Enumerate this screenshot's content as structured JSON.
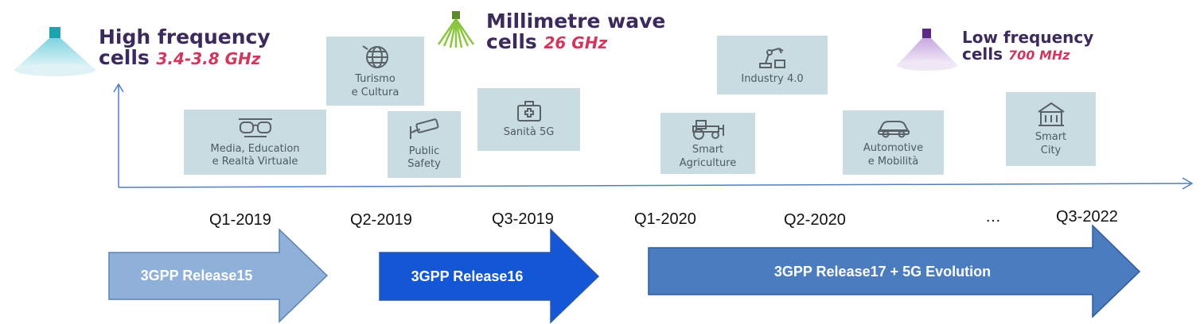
{
  "cells": {
    "high": {
      "title": "High frequency",
      "prefix": "cells",
      "freq": "3.4-3.8 GHz",
      "accent": "#1aa5b0"
    },
    "mmwave": {
      "title": "Millimetre wave",
      "prefix": "cells",
      "freq": "26 GHz",
      "accent": "#8cc63f"
    },
    "low": {
      "title": "Low frequency",
      "prefix": "cells",
      "freq": "700 MHz",
      "accent": "#5b2a86"
    }
  },
  "use_cases": [
    {
      "label": "Media, Education\ne Realtà Virtuale",
      "icon": "vr-goggles-icon"
    },
    {
      "label": "Turismo\ne Cultura",
      "icon": "globe-icon"
    },
    {
      "label": "Public\nSafety",
      "icon": "cctv-camera-icon"
    },
    {
      "label": "Sanità 5G",
      "icon": "first-aid-kit-icon"
    },
    {
      "label": "Industry 4.0",
      "icon": "robot-arm-icon"
    },
    {
      "label": "Smart\nAgriculture",
      "icon": "tractor-icon"
    },
    {
      "label": "Automotive\ne Mobilità",
      "icon": "car-icon"
    },
    {
      "label": "Smart\nCity",
      "icon": "building-icon"
    }
  ],
  "timeline": {
    "quarters": [
      "Q1-2019",
      "Q2-2019",
      "Q3-2019",
      "Q1-2020",
      "Q2-2020",
      "…",
      "Q3-2022"
    ]
  },
  "releases": [
    {
      "label": "3GPP Release15",
      "color": "#8fb0d8"
    },
    {
      "label": "3GPP Release16",
      "color": "#1457d6"
    },
    {
      "label": "3GPP Release17 + 5G Evolution",
      "color": "#4a7cbf"
    }
  ],
  "colors": {
    "axis": "#4f7fbf",
    "box": "#c9dce2",
    "title": "#3d2a5c",
    "freq": "#d2365c"
  }
}
